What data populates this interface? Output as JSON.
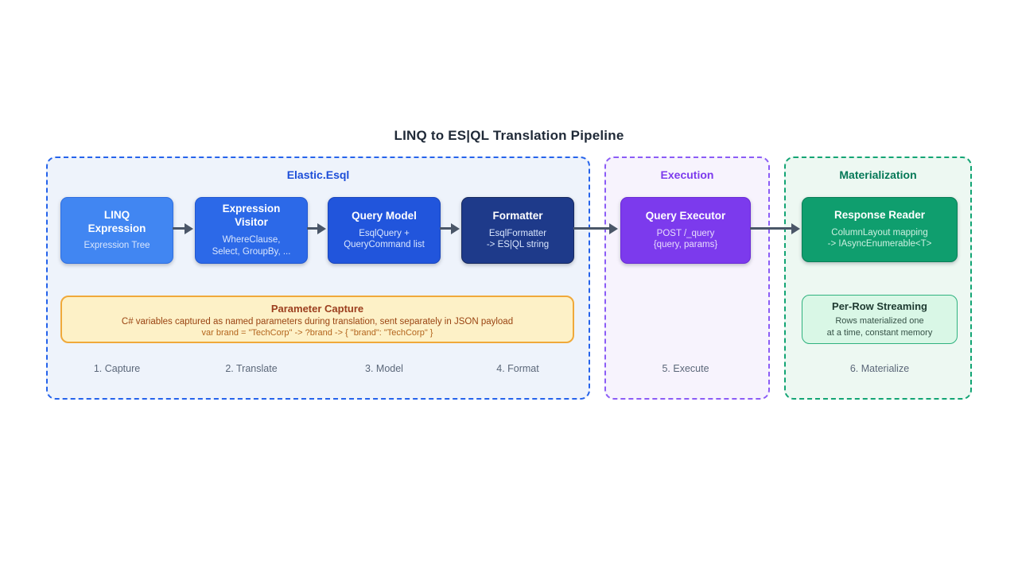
{
  "title": "LINQ to ES|QL Translation Pipeline",
  "groups": {
    "elastic": {
      "label": "Elastic.Esql"
    },
    "execution": {
      "label": "Execution"
    },
    "materialization": {
      "label": "Materialization"
    }
  },
  "nodes": {
    "linq_expression": {
      "title": "LINQ\nExpression",
      "subtitle": "Expression Tree"
    },
    "expression_visitor": {
      "title": "Expression\nVisitor",
      "subtitle": "WhereClause,\nSelect, GroupBy, ..."
    },
    "query_model": {
      "title": "Query Model",
      "subtitle": "EsqlQuery +\nQueryCommand list"
    },
    "formatter": {
      "title": "Formatter",
      "subtitle": "EsqlFormatter\n-> ES|QL string"
    },
    "query_executor": {
      "title": "Query Executor",
      "subtitle": "POST /_query\n{query, params}"
    },
    "response_reader": {
      "title": "Response Reader",
      "subtitle": "ColumnLayout mapping\n-> IAsyncEnumerable<T>"
    },
    "per_row_streaming": {
      "title": "Per-Row Streaming",
      "subtitle": "Rows materialized one\nat a time, constant memory"
    }
  },
  "parameter_capture": {
    "title": "Parameter Capture",
    "description": "C# variables captured as named parameters during translation, sent separately in JSON payload",
    "example": "var brand = \"TechCorp\" -> ?brand -> { \"brand\": \"TechCorp\" }"
  },
  "steps": [
    "1. Capture",
    "2. Translate",
    "3. Model",
    "4. Format",
    "5. Execute",
    "6. Materialize"
  ],
  "colors": {
    "accent_blue": "#2563eb",
    "accent_purple": "#8b5cf6",
    "accent_green": "#12a474",
    "node_blue_light": "#4186f2",
    "node_blue_mid": "#2c69e8",
    "node_blue_deep": "#2155dc",
    "node_navy": "#1e3a8a",
    "node_purple": "#7c3aed",
    "node_green": "#0f9e6e",
    "streaming_bg": "#d9f7e6",
    "param_bg": "#fdf1c7",
    "param_border": "#f0a93a",
    "arrow": "#4a5668",
    "step_text": "#5b6779"
  }
}
